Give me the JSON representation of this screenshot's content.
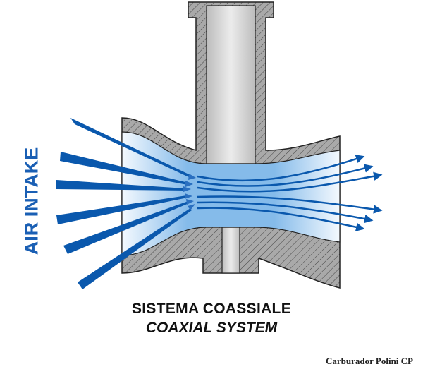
{
  "diagram": {
    "side_label": "AIR INTAKE",
    "title_it": "SISTEMA COASSIALE",
    "title_en": "COAXIAL SYSTEM",
    "caption": "Carburador Polini CP",
    "colors": {
      "arrow": "#0a58ad",
      "flow": "#7fb6e8",
      "metal": "#a8a8a8",
      "label": "#1a5fb4"
    }
  }
}
